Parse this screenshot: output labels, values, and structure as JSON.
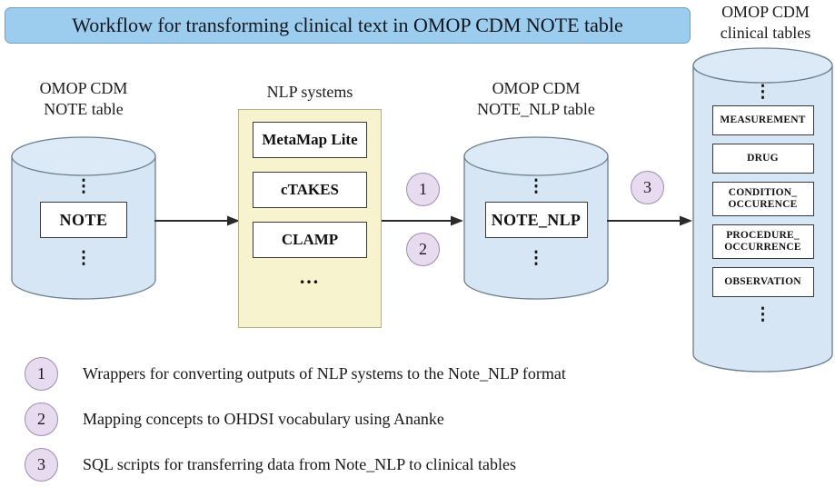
{
  "title": {
    "text": "Workflow for transforming clinical text in OMOP CDM NOTE table",
    "banner_color": "#9dcdee"
  },
  "source_table": {
    "caption_line1": "OMOP CDM",
    "caption_line2": "NOTE table",
    "dots_top": "⋮",
    "dots_bottom": "⋮",
    "box_label": "NOTE",
    "cylinder_color": "#d6e6f5"
  },
  "nlp_systems": {
    "caption": "NLP systems",
    "panel_color": "#f7f3ce",
    "items": [
      {
        "label": "MetaMap Lite"
      },
      {
        "label": "cTAKES"
      },
      {
        "label": "CLAMP"
      }
    ],
    "ellipsis": "…"
  },
  "nlp_table": {
    "caption_line1": "OMOP CDM",
    "caption_line2": "NOTE_NLP table",
    "dots_top": "⋮",
    "dots_bottom": "⋮",
    "box_label": "NOTE_NLP",
    "cylinder_color": "#d6e6f5"
  },
  "clinical_tables": {
    "caption_line1": "OMOP CDM",
    "caption_line2": "clinical tables",
    "dots_top": "⋮",
    "dots_bottom": "⋮",
    "cylinder_color": "#d6e6f5",
    "tables": [
      {
        "label": "MEASUREMENT"
      },
      {
        "label": "DRUG"
      },
      {
        "label": "CONDITION_\nOCCURENCE"
      },
      {
        "label": "PROCEDURE_\nOCCURRENCE"
      },
      {
        "label": "OBSERVATION"
      }
    ]
  },
  "step_markers": {
    "circle_color": "#e7dcef",
    "border_color": "#9f8bb0",
    "one": "1",
    "two": "2",
    "three": "3"
  },
  "legend": {
    "rows": [
      {
        "number": "1",
        "text": "Wrappers for converting outputs of NLP systems to the Note_NLP format"
      },
      {
        "number": "2",
        "text": "Mapping concepts to OHDSI vocabulary using Ananke"
      },
      {
        "number": "3",
        "text": "SQL scripts for transferring data from Note_NLP to clinical tables"
      }
    ]
  }
}
